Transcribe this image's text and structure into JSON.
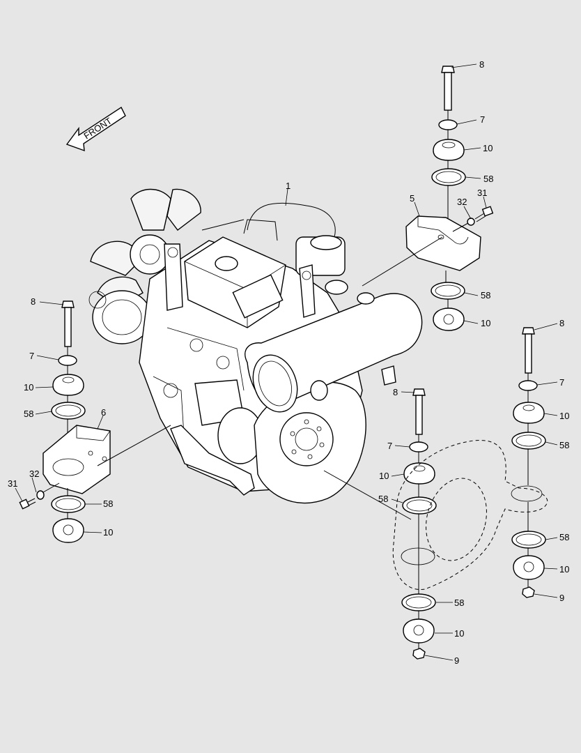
{
  "front_arrow": {
    "label": "FRONT"
  },
  "callouts": {
    "engine": "1",
    "bracket_right": "5",
    "bracket_left": "6",
    "bolt": "8",
    "washer": "7",
    "mount": "10",
    "ring": "58",
    "screw": "31",
    "lock_washer": "32",
    "nut": "9"
  },
  "colors": {
    "background": "#e6e6e6",
    "ink": "#000000",
    "part_fill": "#ffffff"
  }
}
